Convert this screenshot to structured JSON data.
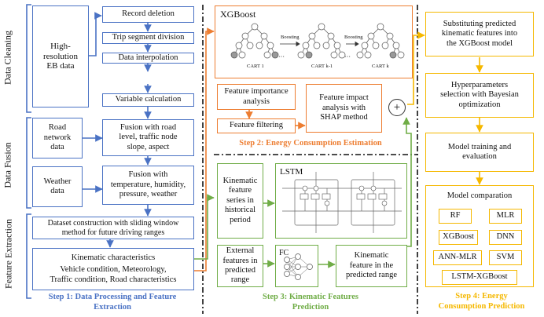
{
  "colors": {
    "blue": "#4a72c4",
    "orange": "#ed7d31",
    "green": "#70ad47",
    "gold": "#f5b800"
  },
  "side_labels": {
    "cleaning": "Data Cleaning",
    "fusion": "Data Fusion",
    "extraction": "Feature Extraction"
  },
  "step1": {
    "title": "Step 1: Data Processing and Feature\nExtraction",
    "eb_data": "High-\nresolution\nEB data",
    "cleaning_steps": [
      "Record deletion",
      "Trip segment division",
      "Data interpolation",
      "Variable calculation"
    ],
    "road_data": "Road\nnetwork\ndata",
    "road_fusion": "Fusion with road\nlevel, traffic node\nslope, aspect",
    "weather_data": "Weather\ndata",
    "weather_fusion": "Fusion with\ntemperature, humidity,\npressure, weather",
    "dataset": "Dataset construction with sliding window\nmethod for future driving ranges",
    "kinematic_title": "Kinematic characteristics",
    "kinematic_body": "Vehicle condition, Meteorology,\nTraffic condition, Road characteristics"
  },
  "step2": {
    "title": "Step 2: Energy Consumption Estimation",
    "xgboost": "XGBoost",
    "boosting_1": "Boosting",
    "boosting_2": "Boosting",
    "cart_1": "CART 1",
    "cart_k1": "CART k-1",
    "cart_k": "CART k",
    "ellipsis": "···",
    "importance": "Feature importance\nanalysis",
    "filtering": "Feature filtering",
    "shap": "Feature impact\nanalysis with\nSHAP method",
    "plus": "+"
  },
  "step3": {
    "title": "Step 3: Kinematic Features\nPrediction",
    "historical": "Kinematic\nfeature\nseries in\nhistorical\nperiod",
    "lstm": "LSTM",
    "external": "External\nfeatures in\npredicted\nrange",
    "fc": "FC",
    "predicted": "Kinematic\nfeature in the\npredicted range"
  },
  "step4": {
    "title": "Step 4: Energy\nConsumption Prediction",
    "substituting": "Substituting predicted\nkinematic features into\nthe XGBoost model",
    "hyper": "Hyperparameters\nselection with Bayesian\noptimization",
    "training": "Model training and\nevaluation",
    "comparison": "Model comparation",
    "models": [
      "RF",
      "MLR",
      "XGBoost",
      "DNN",
      "ANN-MLR",
      "SVM",
      "LSTM-XGBoost"
    ]
  }
}
